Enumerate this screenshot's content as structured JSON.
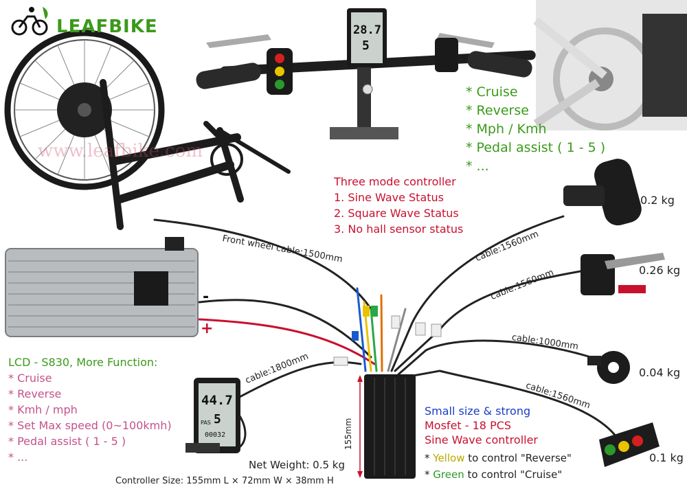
{
  "brand": {
    "name": "LEAFBIKE",
    "watermark": "www.leafbike.com"
  },
  "colors": {
    "green": "#3a9a1a",
    "red": "#c8102e",
    "pink": "#c4528a",
    "blue": "#1a3cc8"
  },
  "feature_list_top": {
    "items": [
      "* Cruise",
      "* Reverse",
      "* Mph / Kmh",
      "* Pedal assist ( 1 - 5 )",
      "* ..."
    ]
  },
  "controller_modes": {
    "title": "Three mode controller",
    "items": [
      "1. Sine Wave Status",
      "2. Square Wave Status",
      "3. No hall sensor status"
    ]
  },
  "cables": {
    "front_wheel": "Front wheel cable:1500mm",
    "throttle": "cable:1560mm",
    "brake": "cable:1560mm",
    "pas": "cable:1000mm",
    "switch": "cable:1560mm",
    "lcd": "cable:1800mm"
  },
  "weights": {
    "throttle": "0.2 kg",
    "brake": "0.26 kg",
    "pas": "0.04 kg",
    "switch": "0.1 kg"
  },
  "battery": {
    "minus": "-",
    "plus": "+"
  },
  "lcd_features": {
    "title": "LCD - S830, More Function:",
    "items": [
      "* Cruise",
      "* Reverse",
      "* Kmh / mph",
      "* Set Max speed (0~100kmh)",
      "* Pedal assist ( 1 - 5 )",
      "* ..."
    ]
  },
  "lcd_display": {
    "speed": "44.7",
    "level": "5",
    "pas": "PAS",
    "odo": "00032"
  },
  "top_display": {
    "speed": "28.7",
    "level": "5"
  },
  "controller_specs": {
    "line1": "Small size & strong",
    "line2": "Mosfet - 18 PCS",
    "line3": "Sine Wave controller"
  },
  "controls": {
    "yellow_prefix": "* ",
    "yellow_word": "Yellow",
    "yellow_rest": " to control \"Reverse\"",
    "green_prefix": "* ",
    "green_word": "Green",
    "green_rest": " to control \"Cruise\""
  },
  "controller_dim": "155mm",
  "net_weight": "Net Weight: 0.5 kg",
  "controller_size": "Controller Size: 155mm L × 72mm W × 38mm H"
}
